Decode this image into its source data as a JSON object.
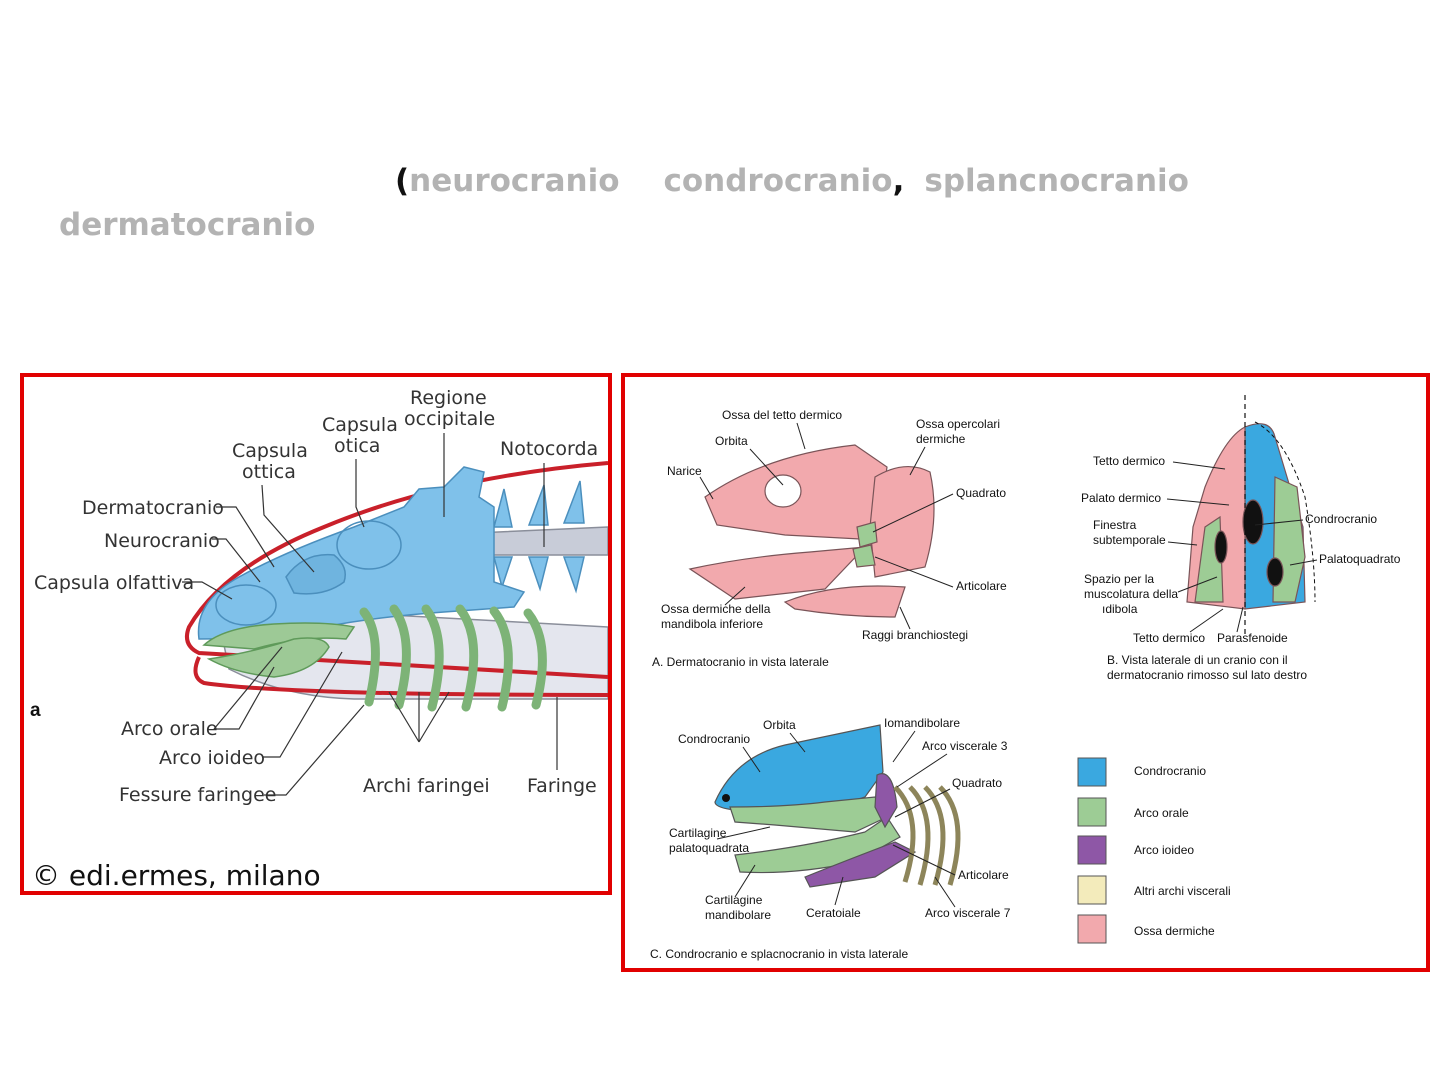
{
  "title": {
    "open_paren": "(",
    "term1": "neurocranio",
    "term2": "condrocranio",
    "comma": ",",
    "term3": "splancnocranio",
    "term4": "dermatocranio"
  },
  "left_figure": {
    "labels": {
      "regione": "Regione",
      "occipitale": "occipitale",
      "capsula_otica_1": "Capsula",
      "capsula_otica_2": "otica",
      "capsula_ottica_1": "Capsula",
      "capsula_ottica_2": "ottica",
      "notocorda": "Notocorda",
      "dermatocranio": "Dermatocranio",
      "neurocranio": "Neurocranio",
      "capsula_olfattiva": "Capsula olfattiva",
      "arco_orale": "Arco orale",
      "arco_ioideo": "Arco ioideo",
      "fessure": "Fessure faringee",
      "archi_faringei": "Archi faringei",
      "faringe": "Faringe",
      "panel_letter": "a"
    },
    "copyright": "© edi.ermes, milano",
    "colors": {
      "neuro": "#7fc1ea",
      "splanchno": "#9dc996",
      "skin": "#c9202a",
      "notochord": "#c8ccd8"
    }
  },
  "right_figure": {
    "A": {
      "labels": {
        "ossa_tetto": "Ossa del tetto dermico",
        "orbita": "Orbita",
        "narice": "Narice",
        "opercolari_1": "Ossa opercolari",
        "opercolari_2": "dermiche",
        "quadrato": "Quadrato",
        "articolare": "Articolare",
        "mandibola_1": "Ossa dermiche della",
        "mandibola_2": "mandibola inferiore",
        "raggi": "Raggi branchiostegi"
      },
      "caption": "A. Dermatocranio in vista laterale"
    },
    "B": {
      "labels": {
        "tetto_dermico": "Tetto dermico",
        "palato_dermico": "Palato dermico",
        "finestra_1": "Finestra",
        "finestra_2": "subtemporale",
        "condrocranio": "Condrocranio",
        "palatoquadrato": "Palatoquadrato",
        "spazio_1": "Spazio per la",
        "spazio_2": "muscolatura della",
        "spazio_3": "ıdibola",
        "tetto_dermico_2": "Tetto dermico",
        "parasfenoide": "Parasfenoide"
      },
      "caption_1": "B. Vista laterale di un cranio con il",
      "caption_2": "dermatocranio rimosso sul lato destro"
    },
    "C": {
      "labels": {
        "orbita": "Orbita",
        "iomandibolare": "Iomandibolare",
        "condrocranio": "Condrocranio",
        "arco_visc_3": "Arco viscerale 3",
        "quadrato": "Quadrato",
        "cart_palato_1": "Cartilagine",
        "cart_palato_2": "palatoquadrata",
        "articolare": "Articolare",
        "cart_mand_1": "Cartilagine",
        "cart_mand_2": "mandibolare",
        "ceratoiale": "Ceratoiale",
        "arco_visc_7": "Arco viscerale 7"
      },
      "caption": "C. Condrocranio e splacnocranio in vista laterale"
    },
    "legend": [
      {
        "label": "Condrocranio",
        "color": "#3aa8e0"
      },
      {
        "label": "Arco orale",
        "color": "#9dcc95"
      },
      {
        "label": "Arco ioideo",
        "color": "#8e57a6"
      },
      {
        "label": "Altri archi viscerali",
        "color": "#f3ebbb"
      },
      {
        "label": "Ossa dermiche",
        "color": "#f2a9ad"
      }
    ]
  }
}
